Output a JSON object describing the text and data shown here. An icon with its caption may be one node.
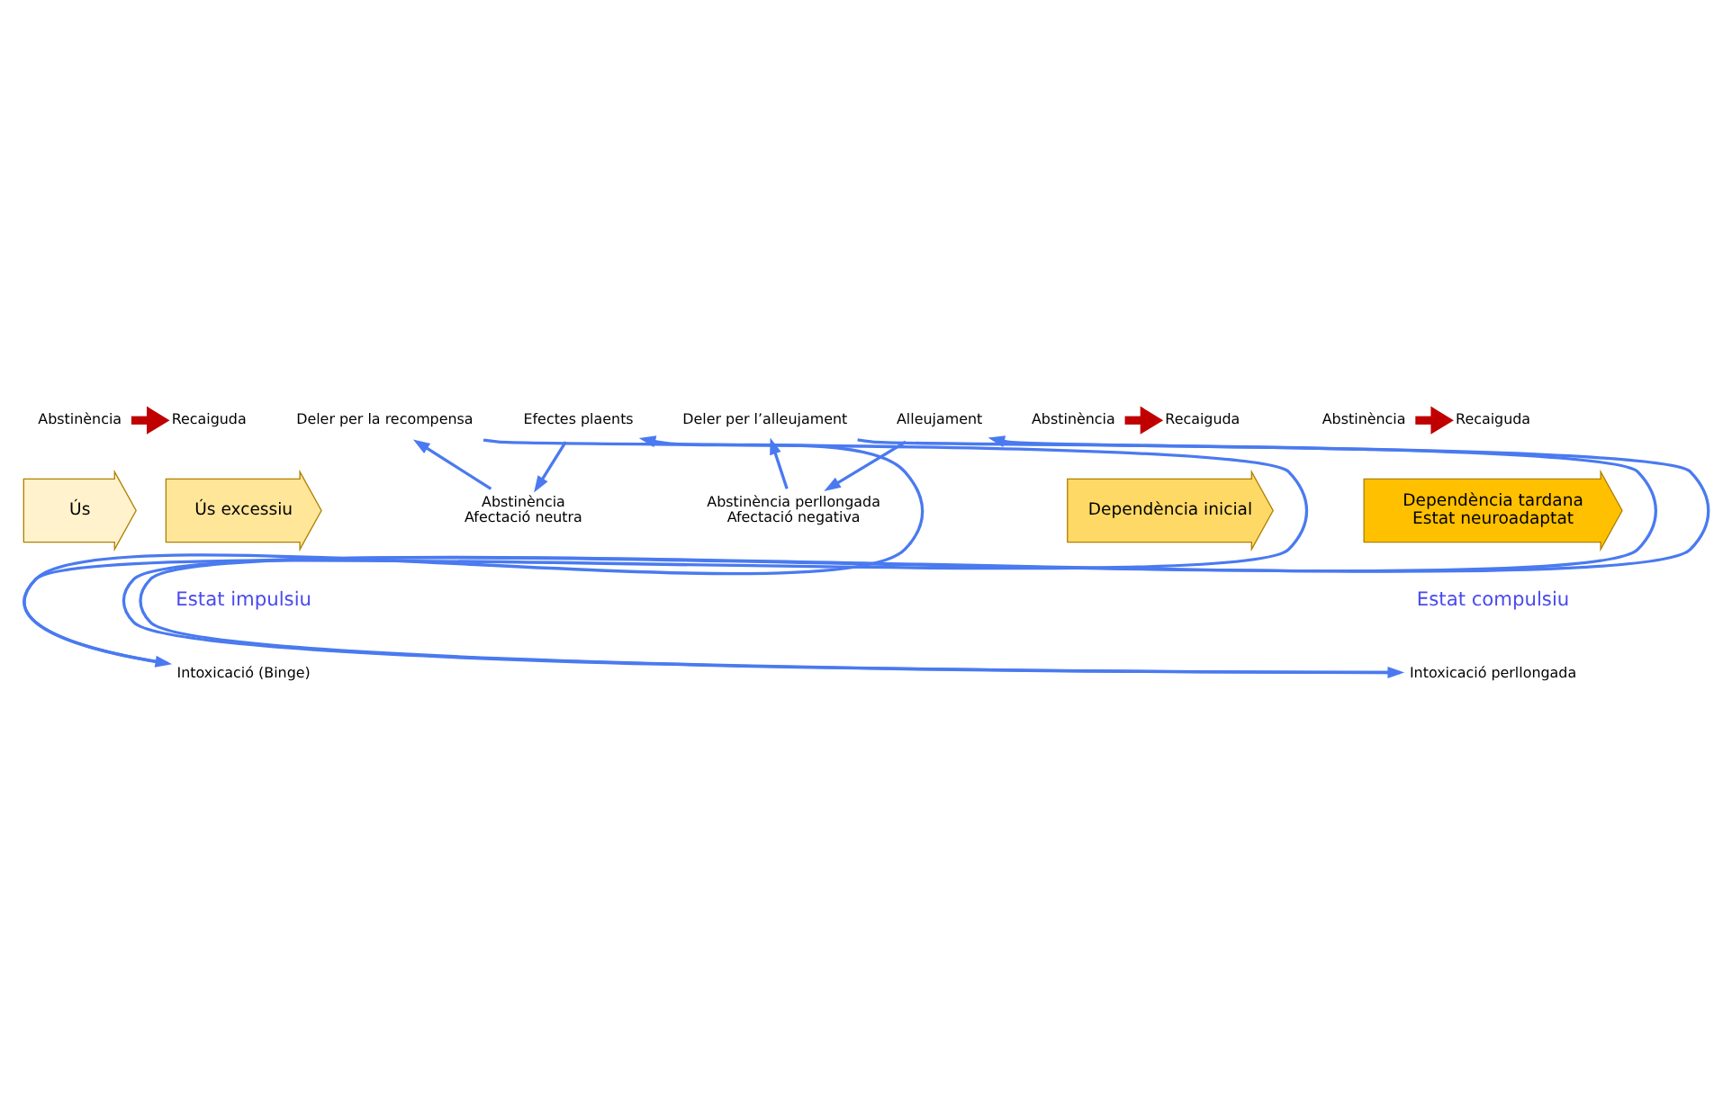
{
  "diagram": {
    "nodes": [
      {
        "text": [
          "Abstinència"
        ]
      },
      {
        "text": [
          "Recaiguda"
        ]
      },
      {
        "text": [
          "Abstinència"
        ]
      },
      {
        "text": [
          "Recaiguda"
        ]
      },
      {
        "text": [
          "Abstinència"
        ]
      },
      {
        "text": [
          "Recaiguda"
        ]
      },
      {
        "text": [
          "Ús"
        ]
      },
      {
        "text": [
          "Ús excessiu"
        ]
      },
      {
        "text": [
          "Dependència inicial"
        ]
      },
      {
        "text": [
          "Dependència tardana",
          "Estat neuroadaptat"
        ]
      },
      {
        "text": [
          "Intoxicació (Binge)"
        ]
      },
      {
        "text": [
          "Efectes plaents"
        ]
      },
      {
        "text": [
          "Abstinència",
          "Afectació neutra"
        ]
      },
      {
        "text": [
          "Deler per la recompensa"
        ]
      },
      {
        "text": [
          "Intoxicació perllongada"
        ]
      },
      {
        "text": [
          "Alleujament"
        ]
      },
      {
        "text": [
          "Abstinència perllongada",
          "Afectació negativa"
        ]
      },
      {
        "text": [
          "Deler per l’alleujament"
        ]
      }
    ],
    "edges": [
      {
        "from": 0,
        "to": 1,
        "arrow": "to",
        "style": "thick",
        "color": "#c00000"
      },
      {
        "from": 2,
        "to": 3,
        "arrow": "to",
        "style": "thick",
        "color": "#c00000"
      },
      {
        "from": 4,
        "to": 5,
        "arrow": "to",
        "style": "thick",
        "color": "#c00000"
      },
      {
        "from": 10,
        "to": 11,
        "arrow": "to"
      },
      {
        "from": 11,
        "to": 12,
        "arrow": "to"
      },
      {
        "from": 12,
        "to": 13,
        "arrow": "to"
      },
      {
        "from": 13,
        "to": 10,
        "arrow": "to"
      },
      {
        "from": 14,
        "to": 15,
        "arrow": "to"
      },
      {
        "from": 15,
        "to": 16,
        "arrow": "to"
      },
      {
        "from": 16,
        "to": 17,
        "arrow": "to"
      },
      {
        "from": 17,
        "to": 14,
        "arrow": "to"
      }
    ],
    "labels": [
      "Estat impulsiu",
      "Estat compulsiu"
    ]
  }
}
